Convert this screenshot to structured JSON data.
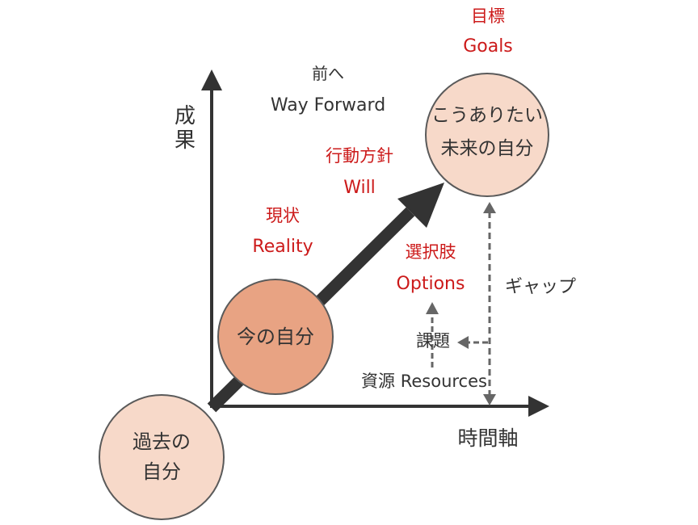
{
  "axes": {
    "y_label": "成果",
    "x_label": "時間軸"
  },
  "nodes": {
    "past": {
      "line1": "過去の",
      "line2": "自分"
    },
    "present": {
      "label": "今の自分"
    },
    "future": {
      "line1": "こうありたい",
      "line2": "未来の自分"
    }
  },
  "labels": {
    "goals_ja": "目標",
    "goals_en": "Goals",
    "way_forward_ja": "前へ",
    "way_forward_en": "Way Forward",
    "will_ja": "行動方針",
    "will_en": "Will",
    "reality_ja": "現状",
    "reality_en": "Reality",
    "options_ja": "選択肢",
    "options_en": "Options",
    "gap": "ギャップ",
    "issue": "課題",
    "resources": "資源 Resources"
  },
  "colors": {
    "dark": "#333333",
    "accent_red": "#cc1a1a",
    "circle_light_fill": "#f7d9c9",
    "circle_present_fill": "#e8a383",
    "circle_stroke": "#5a5a5a",
    "dashed": "#666666"
  }
}
